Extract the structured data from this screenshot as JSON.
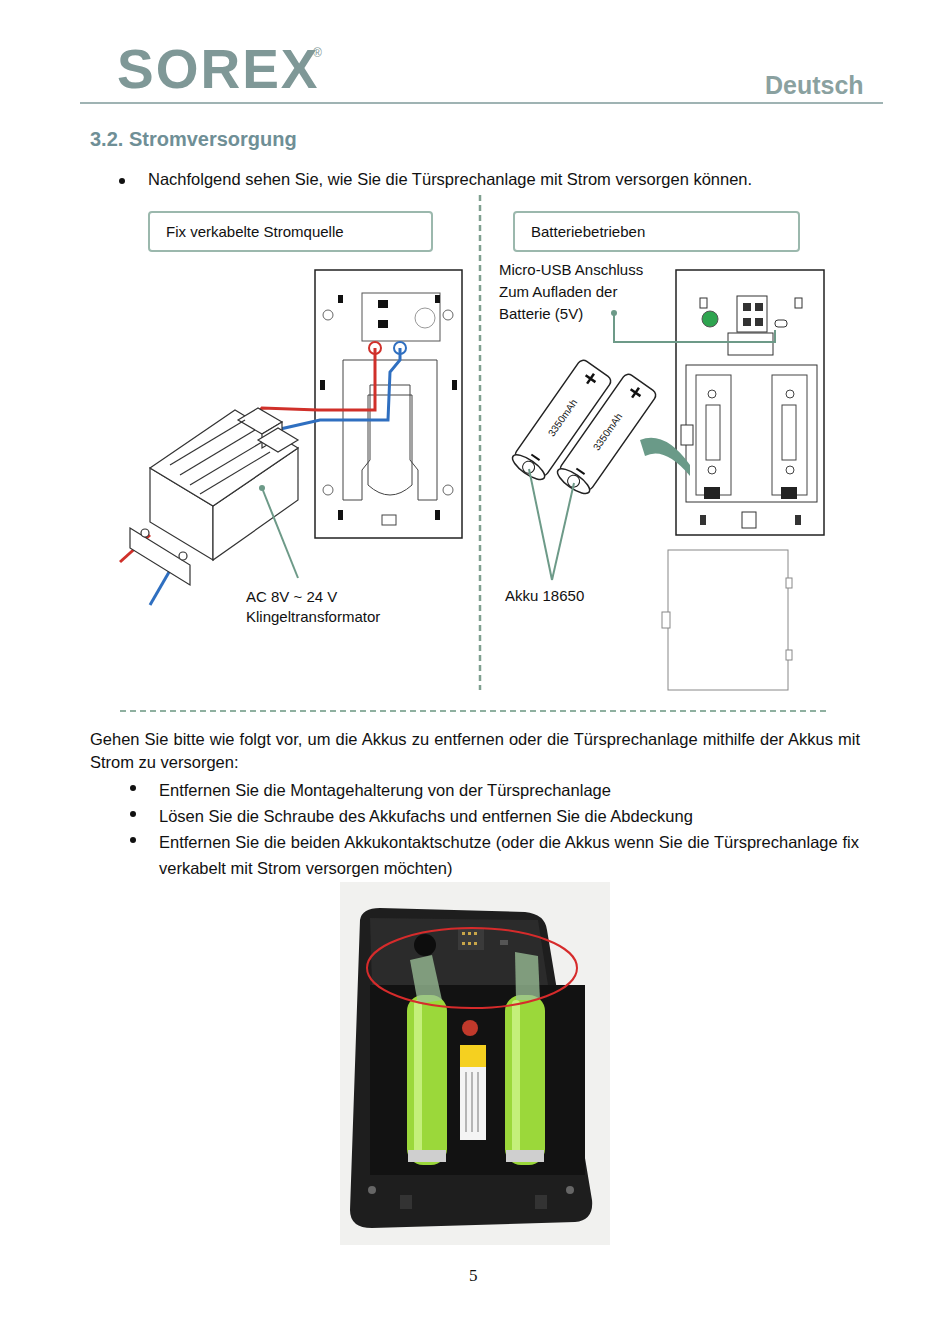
{
  "diagram": {
    "title": "3.2. Stromversorgung",
    "nodes": [
      {
        "text": [
          "Fix verkabelte Stromquelle"
        ]
      },
      {
        "text": [
          "Batteriebetrieben"
        ]
      }
    ],
    "labels": [
      "SOREX",
      "®",
      "Deutsch",
      "Nachfolgend sehen Sie, wie Sie die Türsprechanlage mit Strom versorgen können.",
      "Micro-USB Anschluss Zum Aufladen der Batterie (5V)",
      "3350mAh",
      "3350mAh",
      "AC 8V ~ 24 V Klingeltransformator",
      "Akku 18650",
      "Gehen Sie bitte wie folgt vor, um die Akkus zu entfernen oder die Türsprechanlage mithilfe der Akkus mit Strom zu versorgen:",
      "Entfernen Sie die Montagehalterung von der Türsprechanlage",
      "Lösen Sie die Schraube des Akkufachs und entfernen Sie die Abdeckung",
      "Entfernen Sie die beiden Akkukontaktschutze (oder die Akkus wenn Sie die Türsprechanlage fix verkabelt mit Strom versorgen möchten)",
      "5"
    ]
  }
}
